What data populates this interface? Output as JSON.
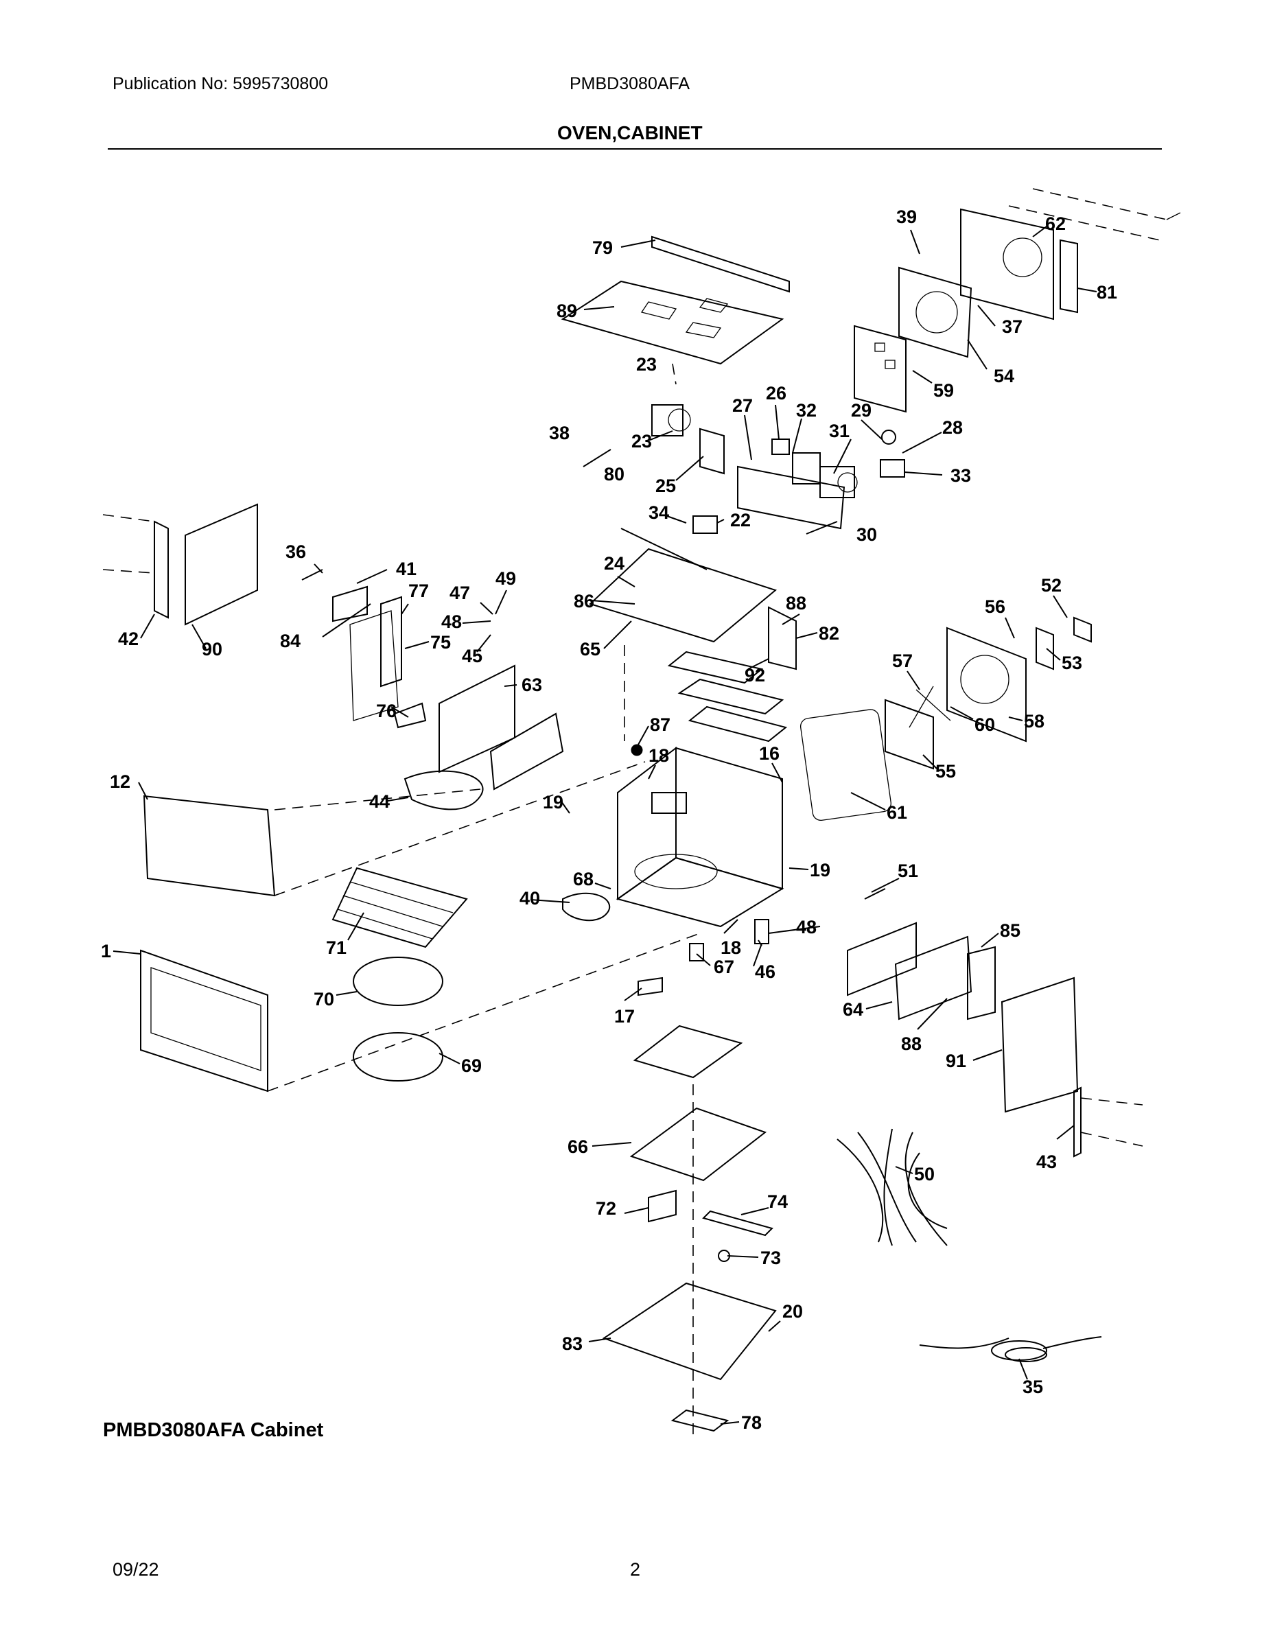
{
  "header": {
    "publication": "Publication No: 5995730800",
    "model": "PMBD3080AFA",
    "title": "OVEN,CABINET"
  },
  "diagram": {
    "caption": "PMBD3080AFA Cabinet",
    "callouts": [
      "79",
      "89",
      "39",
      "62",
      "81",
      "37",
      "54",
      "59",
      "23",
      "26",
      "27",
      "32",
      "29",
      "28",
      "31",
      "33",
      "38",
      "25",
      "30",
      "22",
      "34",
      "80",
      "36",
      "41",
      "24",
      "86",
      "88",
      "82",
      "65",
      "92",
      "47",
      "49",
      "48",
      "45",
      "77",
      "75",
      "84",
      "76",
      "42",
      "90",
      "63",
      "52",
      "56",
      "53",
      "57",
      "58",
      "60",
      "55",
      "61",
      "87",
      "18",
      "16",
      "12",
      "44",
      "19",
      "71",
      "68",
      "40",
      "48",
      "46",
      "67",
      "17",
      "51",
      "85",
      "64",
      "88",
      "91",
      "70",
      "69",
      "1",
      "66",
      "50",
      "43",
      "74",
      "72",
      "73",
      "20",
      "83",
      "35",
      "78"
    ]
  },
  "footer": {
    "date": "09/22",
    "page": "2"
  }
}
